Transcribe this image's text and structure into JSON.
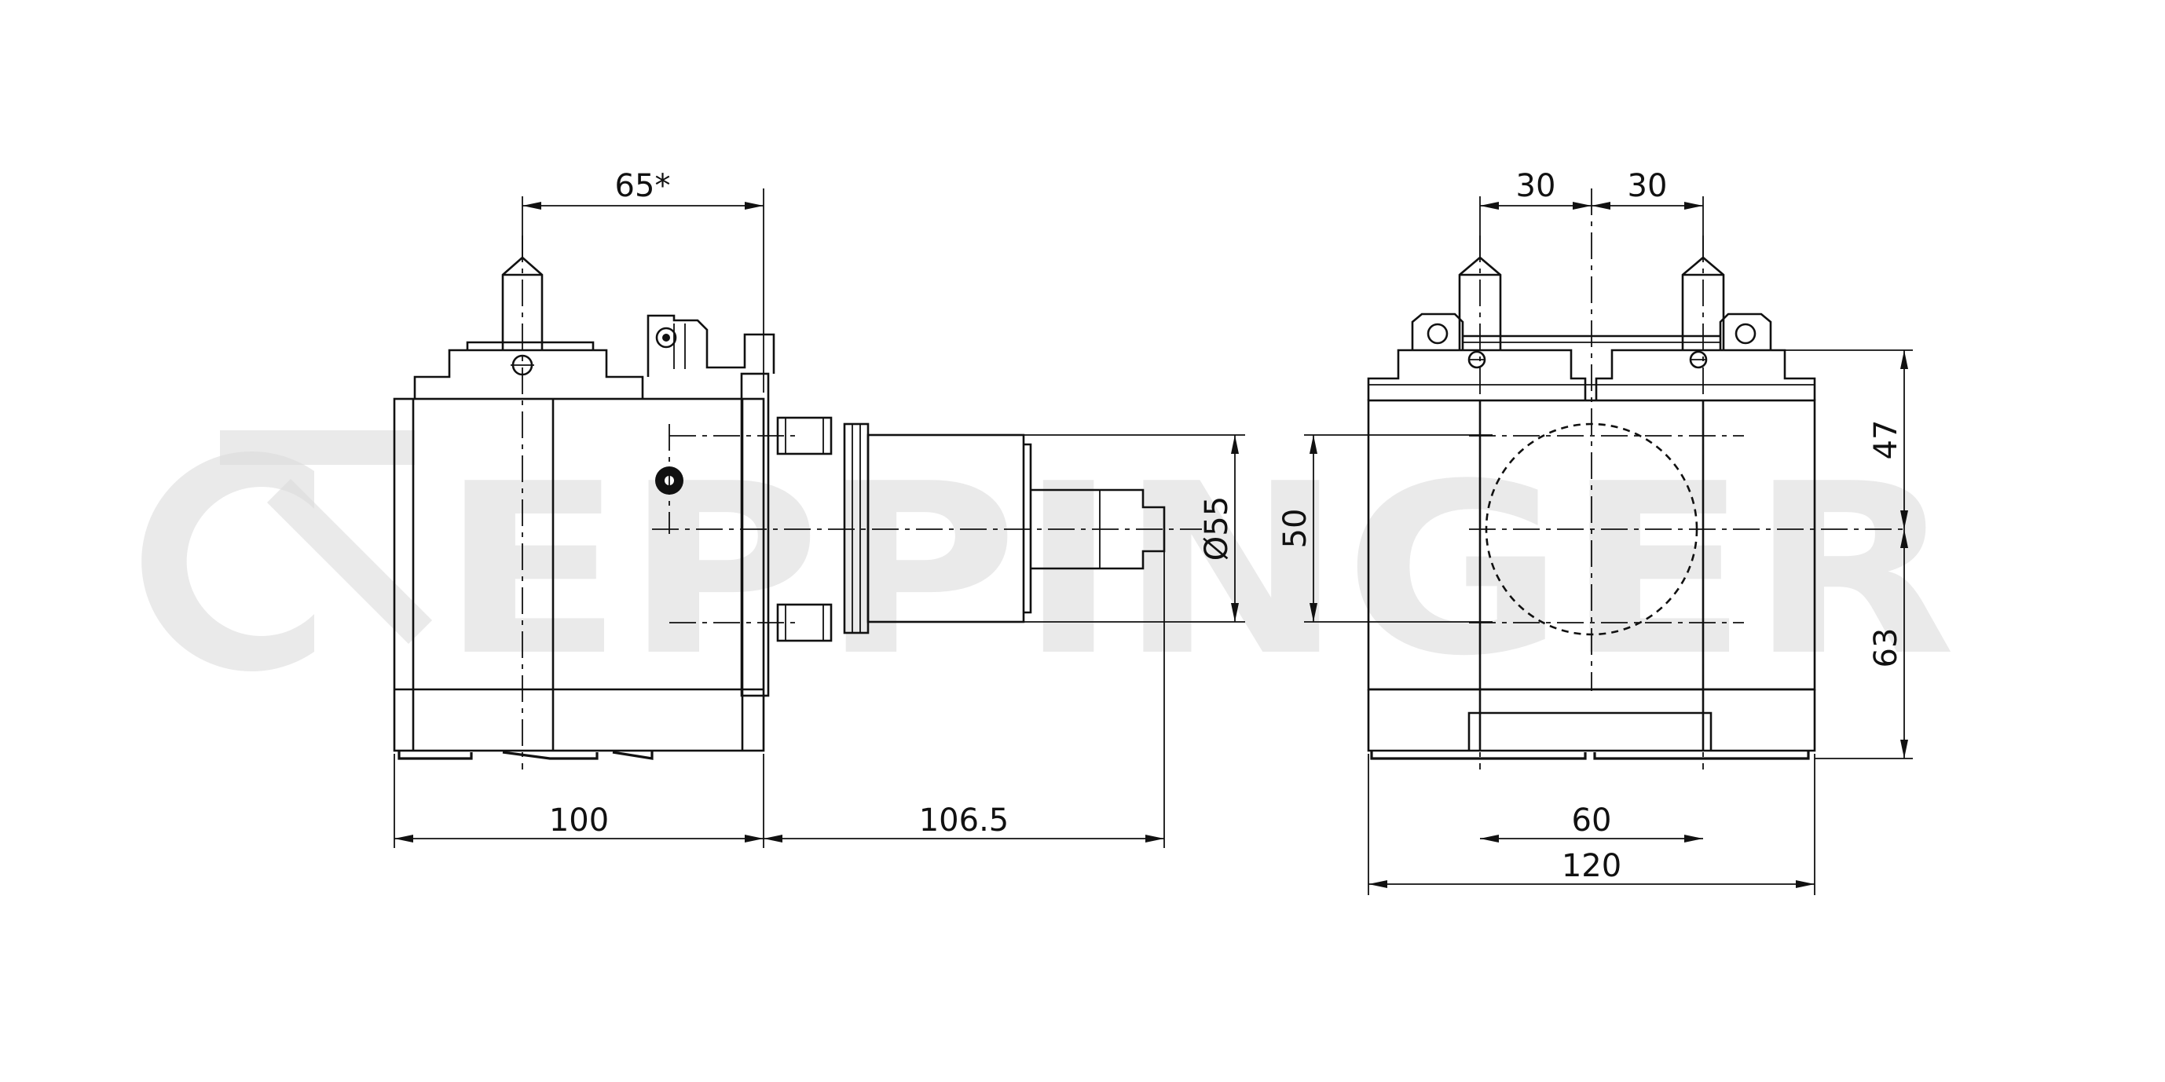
{
  "watermark": {
    "text": "EPPINGER"
  },
  "dimensions": {
    "side_view": {
      "top_offset": "65*",
      "body_length": "100",
      "spindle_length": "106.5",
      "spindle_diameter": "Ø55"
    },
    "front_view": {
      "left_offset": "30",
      "right_offset": "30",
      "bore_height": "50",
      "upper_height": "47",
      "lower_height": "63",
      "base_width": "60",
      "total_width": "120"
    }
  }
}
